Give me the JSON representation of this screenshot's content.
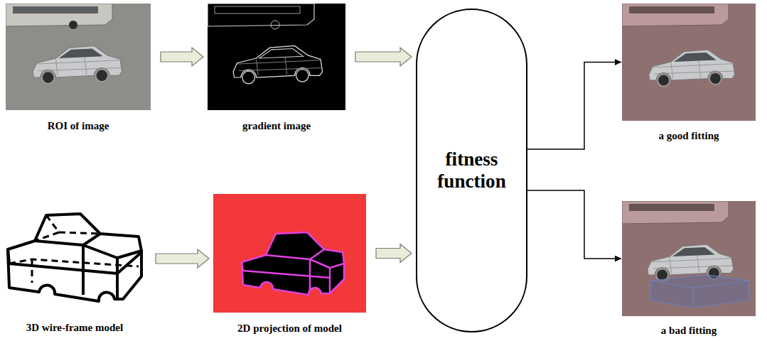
{
  "diagram": {
    "nodes": [
      {
        "text": [
          "ROI of image"
        ]
      },
      {
        "text": [
          "gradient image"
        ]
      },
      {
        "text": [
          "3D wire-frame model"
        ]
      },
      {
        "text": [
          "2D projection of model"
        ]
      },
      {
        "text": [
          "fitness function"
        ]
      },
      {
        "text": [
          "a good fitting"
        ]
      },
      {
        "text": [
          "a bad fitting"
        ]
      }
    ],
    "edges": [
      {
        "from": 0,
        "to": 1,
        "arrow": "to"
      },
      {
        "from": 1,
        "to": 4,
        "arrow": "to"
      },
      {
        "from": 2,
        "to": 3,
        "arrow": "to"
      },
      {
        "from": 3,
        "to": 4,
        "arrow": "to"
      },
      {
        "from": 4,
        "to": 5,
        "arrow": "to"
      },
      {
        "from": 4,
        "to": 6,
        "arrow": "to"
      }
    ]
  }
}
